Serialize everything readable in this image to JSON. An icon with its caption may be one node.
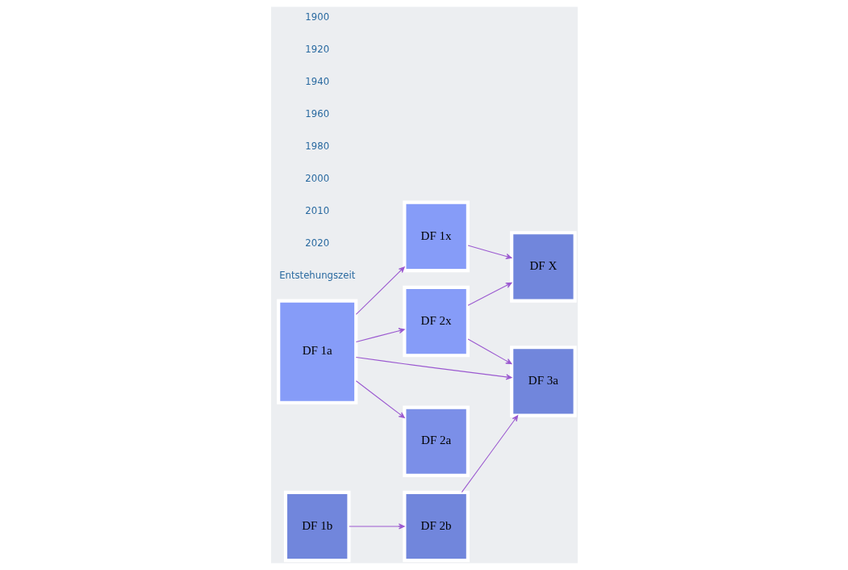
{
  "diagram": {
    "nodes": [
      {
        "text": [
          "DF 2x"
        ]
      },
      {
        "text": [
          "DF 1x"
        ]
      },
      {
        "text": [
          "DF X"
        ]
      },
      {
        "text": [
          "DF 1b"
        ]
      },
      {
        "text": [
          "DF 2b"
        ]
      },
      {
        "text": [
          "DF 3a"
        ]
      },
      {
        "text": [
          "DF 1a"
        ]
      },
      {
        "text": [
          "DF 2a"
        ]
      }
    ],
    "edges": [
      {
        "from": 6,
        "to": 1,
        "arrow": "to"
      },
      {
        "from": 6,
        "to": 0,
        "arrow": "to"
      },
      {
        "from": 6,
        "to": 5,
        "arrow": "to"
      },
      {
        "from": 6,
        "to": 7,
        "arrow": "to"
      },
      {
        "from": 3,
        "to": 4,
        "arrow": "to"
      },
      {
        "from": 1,
        "to": 2,
        "arrow": "to"
      },
      {
        "from": 0,
        "to": 2,
        "arrow": "to"
      },
      {
        "from": 0,
        "to": 5,
        "arrow": "to"
      },
      {
        "from": 4,
        "to": 5,
        "arrow": "to"
      }
    ],
    "labels": [
      "1900",
      "1920",
      "1940",
      "1960",
      "1980",
      "2000",
      "2010",
      "2020",
      "Entstehungszeit"
    ]
  }
}
